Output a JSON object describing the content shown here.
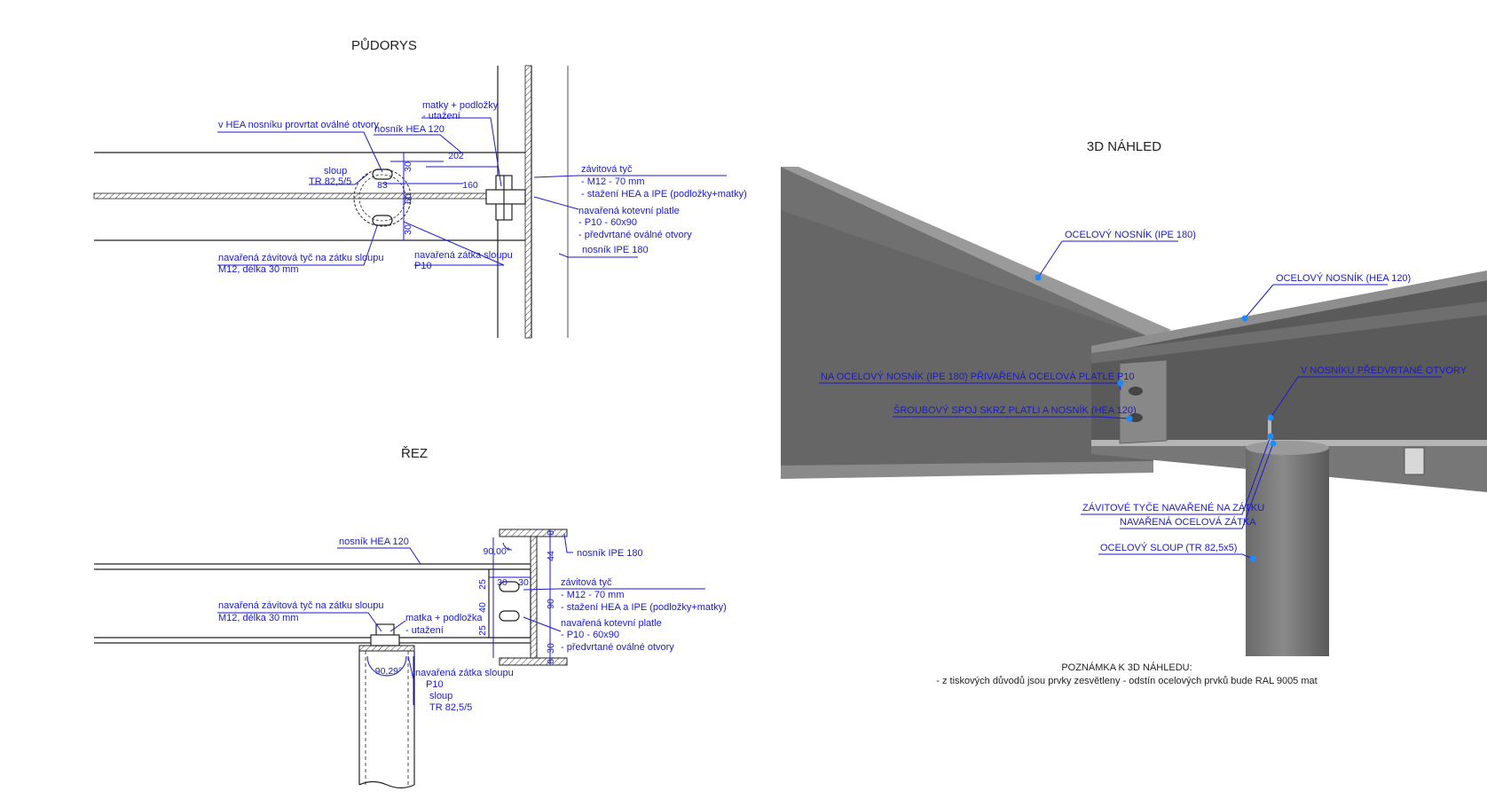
{
  "plan": {
    "title": "PŮDORYS",
    "labels": {
      "holes": "v HEA nosníku provrtat oválné otvory",
      "nuts": "matky + podložky",
      "nuts2": "- utažení",
      "hea": "nosník HEA 120",
      "column1": "sloup",
      "column2": "TR 82,5/5",
      "rod1": "závitová tyč",
      "rod2": "- M12 - 70 mm",
      "rod3": "- stažení HEA a IPE (podložky+matky)",
      "plate1": "navařená kotevní platle",
      "plate2": "- P10 - 60x90",
      "plate3": "- předvrtané oválné otvory",
      "ipe": "nosník IPE 180",
      "weldrod1": "navařená závitová tyč na zátku sloupu",
      "weldrod2": "M12, délka 30 mm",
      "cap1": "navařená zátka sloupu",
      "cap2": "P10"
    },
    "dims": {
      "d202": "202",
      "d30a": "30",
      "d83": "83",
      "d160": "160",
      "d60": "60",
      "d30b": "30"
    }
  },
  "section": {
    "title": "ŘEZ",
    "labels": {
      "hea": "nosník HEA 120",
      "ipe": "nosník IPE 180",
      "rod1": "závitová tyč",
      "rod2": "- M12 - 70 mm",
      "rod3": "- stažení HEA a IPE (podložky+matky)",
      "plate1": "navařená kotevní platle",
      "plate2": "- P10 - 60x90",
      "plate3": "- předvrtané oválné otvory",
      "weldrod1": "navařená závitová tyč na zátku sloupu",
      "weldrod2": "M12, délka 30 mm",
      "nut1": "matka + podložka",
      "nut2": "- utažení",
      "cap1": "navařená zátka sloupu",
      "cap2": "P10",
      "col1": "sloup",
      "col2": "TR 82,5/5"
    },
    "dims": {
      "ang1": "90,00°",
      "ang2": "90,29°",
      "d8a": "8",
      "d44": "44",
      "d30a": "30",
      "d30b": "30",
      "d25a": "25",
      "d40": "40",
      "d25b": "25",
      "d90": "90",
      "d30c": "30",
      "d8b": "8"
    }
  },
  "view3d": {
    "title": "3D NÁHLED",
    "labels": {
      "ipe": "OCELOVÝ NOSNÍK (IPE 180)",
      "hea": "OCELOVÝ NOSNÍK (HEA 120)",
      "plate": "NA OCELOVÝ NOSNÍK (IPE 180) PŘIVAŘENÁ OCELOVÁ PLATLE P10",
      "holes": "V NOSNÍKU PŘEDVRTANÉ OTVORY",
      "bolts": "ŠROUBOVÝ SPOJ SKRZ PLATLI A NOSNÍK (HEA 120)",
      "rods": "ZÁVITOVÉ TYČE NAVAŘENÉ NA ZÁTKU",
      "cap": "NAVAŘENÁ OCELOVÁ ZÁTKA",
      "column": "OCELOVÝ SLOUP (TR 82,5x5)"
    },
    "note_title": "POZNÁMKA K 3D NÁHLEDU:",
    "note_text": "- z tiskových důvodů jsou prvky zesvětleny - odstín ocelových prvků bude RAL 9005 mat"
  },
  "colors": {
    "annotation": "#1a1ad0",
    "leader_dot": "#1a8cff",
    "steel_dark": "#5c5c5c",
    "steel_mid": "#7a7a7a"
  }
}
